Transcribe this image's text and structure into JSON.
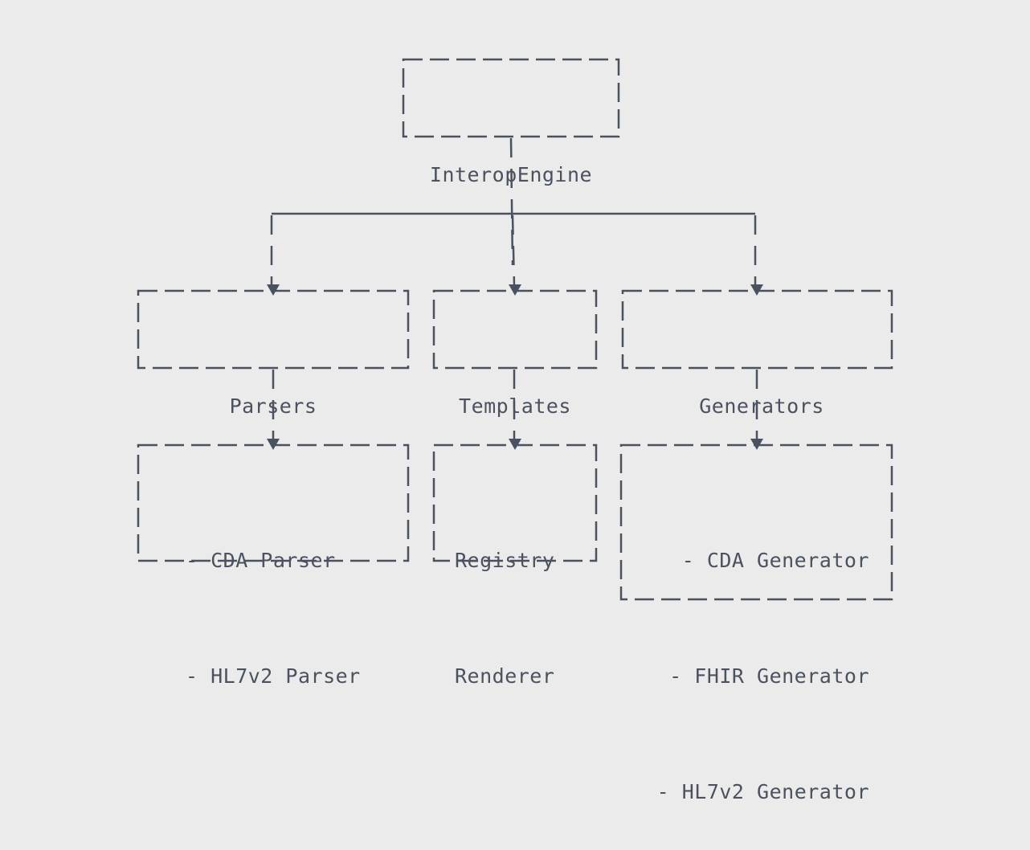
{
  "colors": {
    "background": "#ebebeb",
    "stroke": "#4a5260",
    "text": "#4a5260"
  },
  "diagram": {
    "root": {
      "label": "InteropEngine"
    },
    "children": [
      {
        "label": "Parsers",
        "items": [
          "- CDA Parser",
          "- HL7v2 Parser"
        ]
      },
      {
        "label": "Templates",
        "items": [
          "Registry",
          "Renderer"
        ]
      },
      {
        "label": "Generators",
        "items": [
          "- CDA Generator",
          "- FHIR Generator",
          "- HL7v2 Generator"
        ]
      }
    ]
  }
}
